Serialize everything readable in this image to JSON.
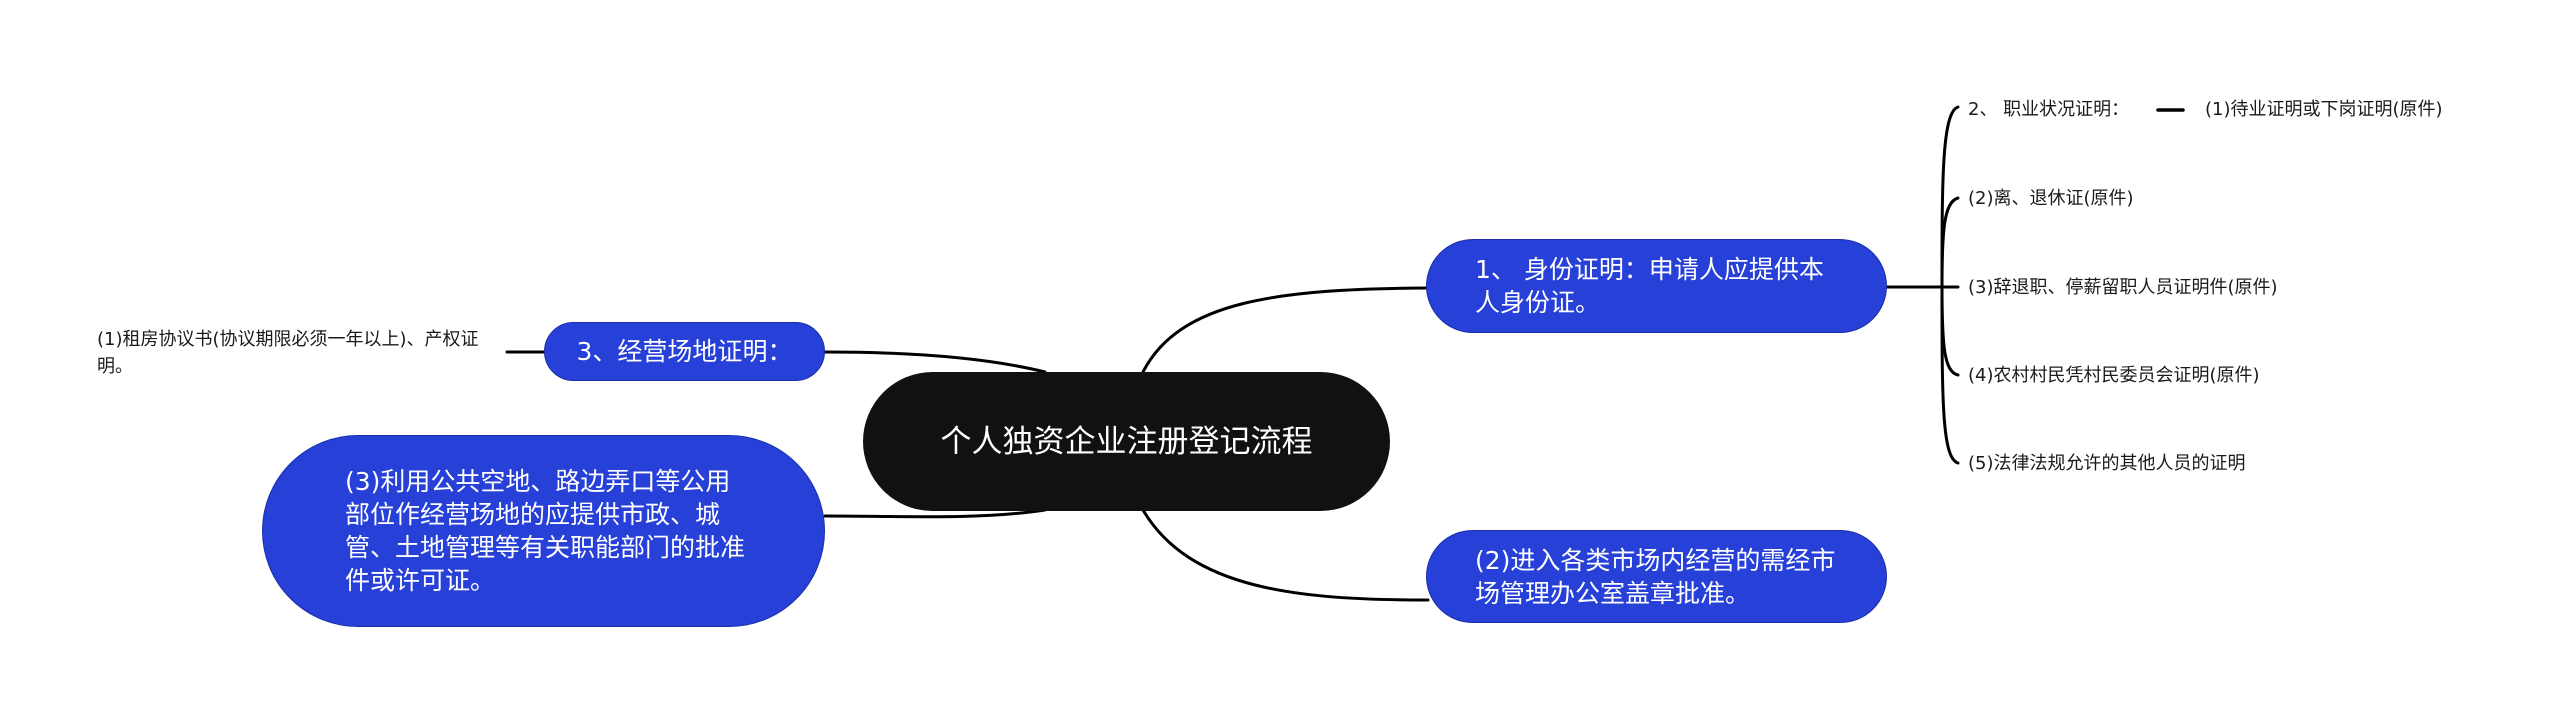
{
  "diagram": {
    "type": "mind-map",
    "colors": {
      "root_fill": "#111111",
      "topic_fill": "#2640d8",
      "node_text": "#ffffff",
      "leaf_text": "#1a1a1a",
      "connector": "#000000",
      "background": "#ffffff"
    },
    "root": {
      "label": "个人独资企业注册登记流程"
    },
    "right": {
      "identity": {
        "label": "1、 身份证明：申请人应提供本人身份证。",
        "children": {
          "employment": {
            "label": "2、 职业状况证明：",
            "child": "(1)待业证明或下岗证明(原件)"
          },
          "retire": {
            "label": "(2)离、退休证(原件)"
          },
          "resign": {
            "label": "(3)辞退职、停薪留职人员证明件(原件)"
          },
          "villager": {
            "label": "(4)农村村民凭村民委员会证明(原件)"
          },
          "other": {
            "label": "(5)法律法规允许的其他人员的证明"
          }
        }
      },
      "market": {
        "label": "(2)进入各类市场内经营的需经市场管理办公室盖章批准。"
      }
    },
    "left": {
      "premises": {
        "label": "3、经营场地证明：",
        "child": "(1)租房协议书(协议期限必须一年以上)、产权证明。"
      },
      "public_space": {
        "label": "(3)利用公共空地、路边弄口等公用部位作经营场地的应提供市政、城管、土地管理等有关职能部门的批准件或许可证。"
      }
    }
  }
}
